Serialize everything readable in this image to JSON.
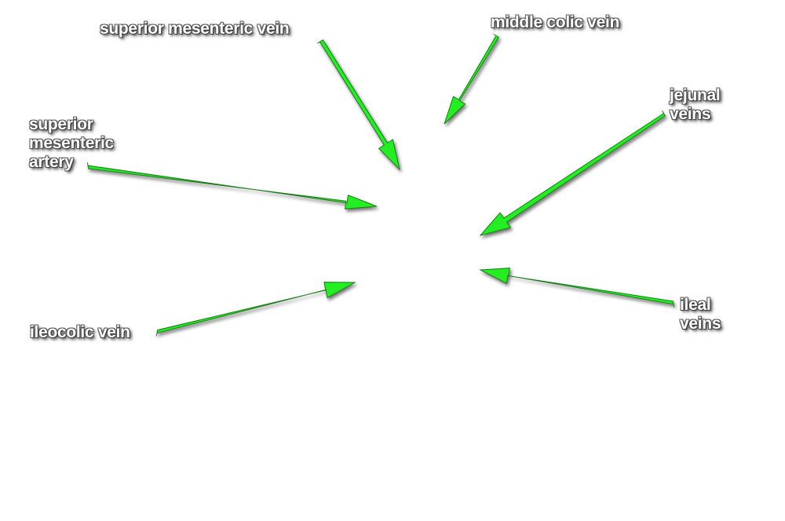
{
  "diagram": {
    "arrow_color": "#22ee22",
    "arrow_outline": "#1a7a1a",
    "labels": {
      "superior_mesenteric_vein": "superior mesenteric vein",
      "middle_colic_vein": "middle colic vein",
      "jejunal_veins": "jejunal\nveins",
      "superior_mesenteric_artery": "superior\nmesenteric\nartery",
      "ileocolic_vein": "ileocolic vein",
      "ileal_veins": "ileal\nveins"
    }
  }
}
